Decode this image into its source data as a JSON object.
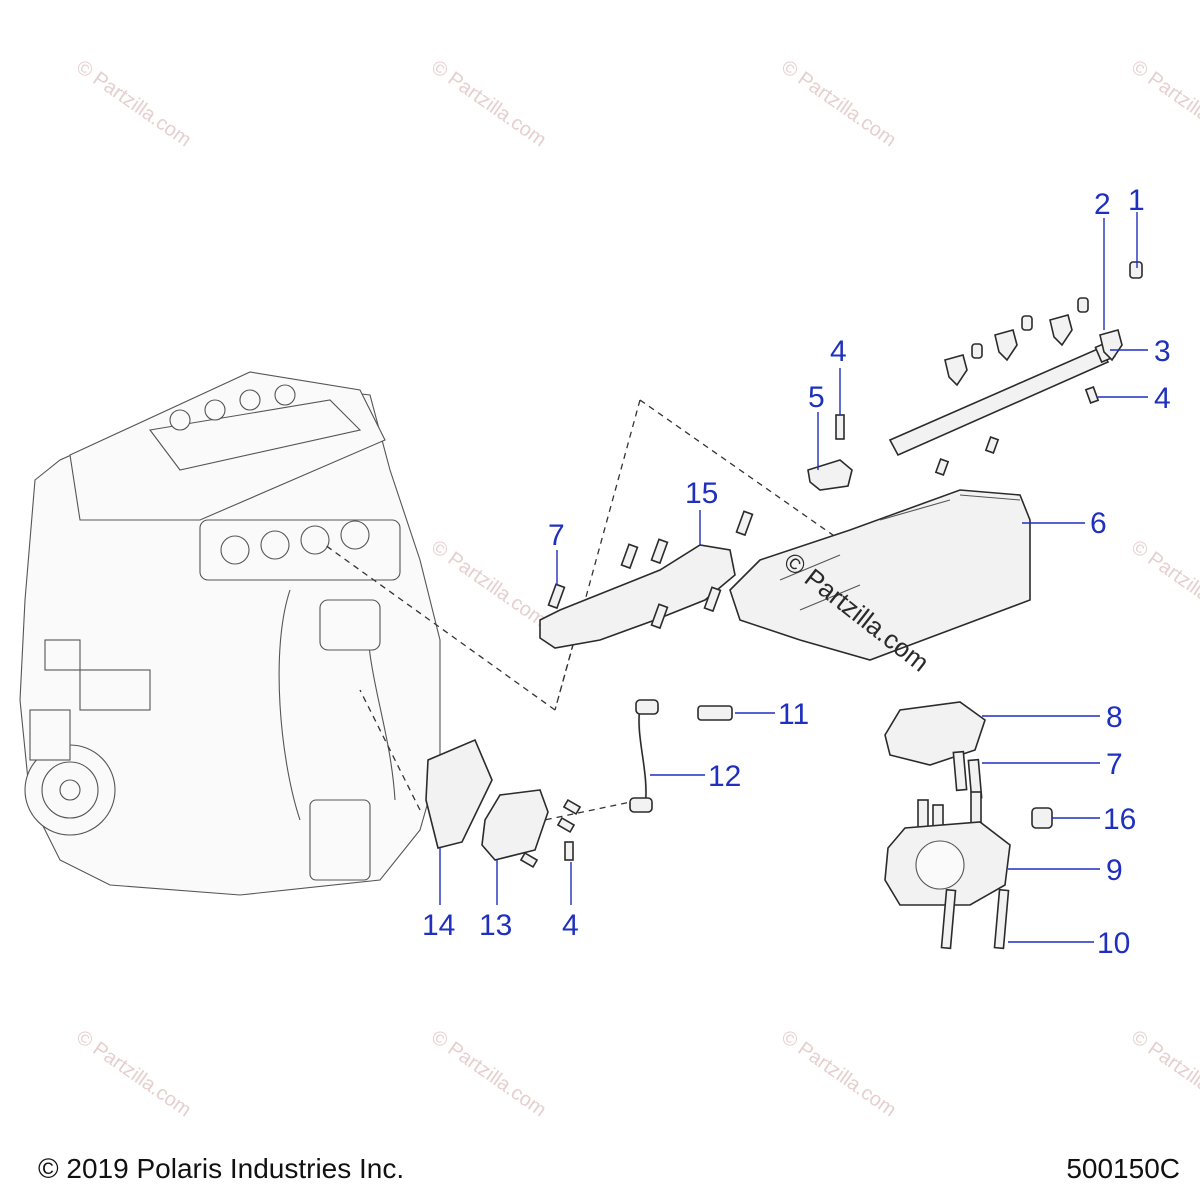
{
  "footer": {
    "copyright": "© 2019 Polaris Industries Inc.",
    "diagram_number": "500150C"
  },
  "watermark": {
    "text": "© Partzilla.com"
  },
  "callouts": {
    "c1": "1",
    "c2": "2",
    "c3": "3",
    "c4a": "4",
    "c4b": "4",
    "c4c": "4",
    "c5": "5",
    "c6": "6",
    "c7a": "7",
    "c7b": "7",
    "c8": "8",
    "c9": "9",
    "c10": "10",
    "c11": "11",
    "c12": "12",
    "c13": "13",
    "c14": "14",
    "c15": "15",
    "c16": "16"
  },
  "colors": {
    "callout": "#1f2fbf",
    "watermark": "#e6cfcf"
  }
}
